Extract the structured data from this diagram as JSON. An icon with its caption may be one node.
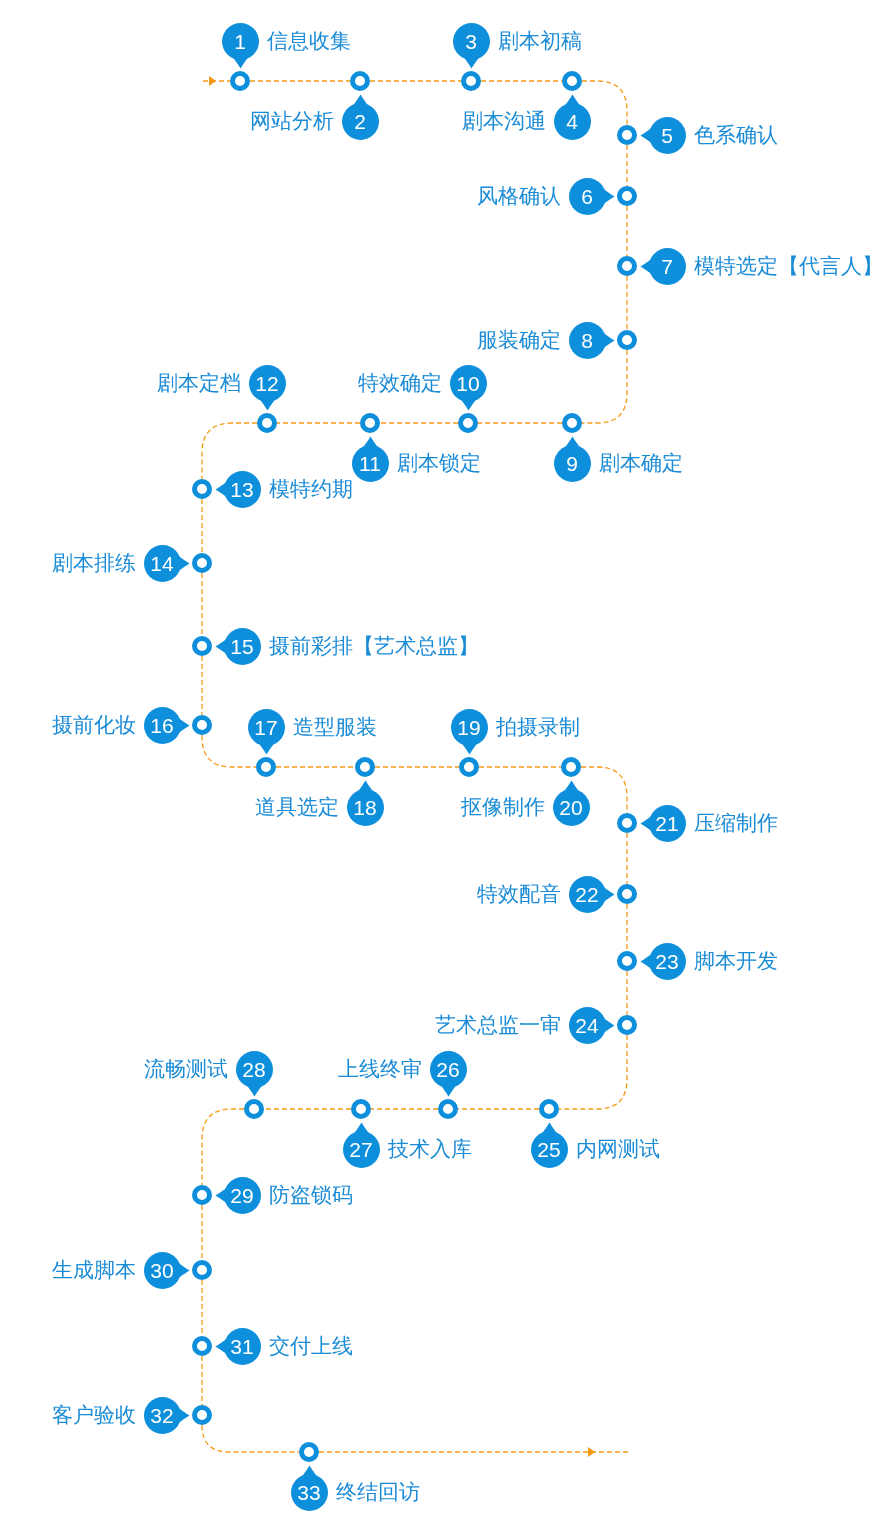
{
  "diagram": {
    "nodes": [
      {
        "text": [
          "1"
        ],
        "beside": [
          "信息收集"
        ]
      },
      {
        "text": [
          "2"
        ],
        "beside": [
          "网站分析"
        ]
      },
      {
        "text": [
          "3"
        ],
        "beside": [
          "剧本初稿"
        ]
      },
      {
        "text": [
          "4"
        ],
        "beside": [
          "剧本沟通"
        ]
      },
      {
        "text": [
          "5"
        ],
        "beside": [
          "色系确认"
        ]
      },
      {
        "text": [
          "6"
        ],
        "beside": [
          "风格确认"
        ]
      },
      {
        "text": [
          "7"
        ],
        "beside": [
          "模特选定【代言人】"
        ]
      },
      {
        "text": [
          "8"
        ],
        "beside": [
          "服装确定"
        ]
      },
      {
        "text": [
          "9"
        ],
        "beside": [
          "剧本确定"
        ]
      },
      {
        "text": [
          "10"
        ],
        "beside": [
          "特效确定"
        ]
      },
      {
        "text": [
          "11"
        ],
        "beside": [
          "剧本锁定"
        ]
      },
      {
        "text": [
          "12"
        ],
        "beside": [
          "剧本定档"
        ]
      },
      {
        "text": [
          "13"
        ],
        "beside": [
          "模特约期"
        ]
      },
      {
        "text": [
          "14"
        ],
        "beside": [
          "剧本排练"
        ]
      },
      {
        "text": [
          "15"
        ],
        "beside": [
          "摄前彩排【艺术总监】"
        ]
      },
      {
        "text": [
          "16"
        ],
        "beside": [
          "摄前化妆"
        ]
      },
      {
        "text": [
          "17"
        ],
        "beside": [
          "造型服装"
        ]
      },
      {
        "text": [
          "18"
        ],
        "beside": [
          "道具选定"
        ]
      },
      {
        "text": [
          "19"
        ],
        "beside": [
          "拍摄录制"
        ]
      },
      {
        "text": [
          "20"
        ],
        "beside": [
          "抠像制作"
        ]
      },
      {
        "text": [
          "21"
        ],
        "beside": [
          "压缩制作"
        ]
      },
      {
        "text": [
          "22"
        ],
        "beside": [
          "特效配音"
        ]
      },
      {
        "text": [
          "23"
        ],
        "beside": [
          "脚本开发"
        ]
      },
      {
        "text": [
          "24"
        ],
        "beside": [
          "艺术总监一审"
        ]
      },
      {
        "text": [
          "25"
        ],
        "beside": [
          "内网测试"
        ]
      },
      {
        "text": [
          "26"
        ],
        "beside": [
          "上线终审"
        ]
      },
      {
        "text": [
          "27"
        ],
        "beside": [
          "技术入库"
        ]
      },
      {
        "text": [
          "28"
        ],
        "beside": [
          "流畅测试"
        ]
      },
      {
        "text": [
          "29"
        ],
        "beside": [
          "防盗锁码"
        ]
      },
      {
        "text": [
          "30"
        ],
        "beside": [
          "生成脚本"
        ]
      },
      {
        "text": [
          "31"
        ],
        "beside": [
          "交付上线"
        ]
      },
      {
        "text": [
          "32"
        ],
        "beside": [
          "客户验收"
        ]
      },
      {
        "text": [
          "33"
        ],
        "beside": [
          "终结回访"
        ]
      }
    ],
    "edges": [
      {
        "from": null,
        "to": 0,
        "arrow": "to",
        "style": "dashed"
      },
      {
        "from": 0,
        "to": 1,
        "arrow": "none",
        "style": "dashed"
      },
      {
        "from": 1,
        "to": 2,
        "arrow": "none",
        "style": "dashed"
      },
      {
        "from": 2,
        "to": 3,
        "arrow": "none",
        "style": "dashed"
      },
      {
        "from": 3,
        "to": 4,
        "arrow": "none",
        "style": "dashed"
      },
      {
        "from": 4,
        "to": 5,
        "arrow": "none",
        "style": "dashed"
      },
      {
        "from": 5,
        "to": 6,
        "arrow": "none",
        "style": "dashed"
      },
      {
        "from": 6,
        "to": 7,
        "arrow": "none",
        "style": "dashed"
      },
      {
        "from": 7,
        "to": 8,
        "arrow": "none",
        "style": "dashed"
      },
      {
        "from": 8,
        "to": 9,
        "arrow": "none",
        "style": "dashed"
      },
      {
        "from": 9,
        "to": 10,
        "arrow": "none",
        "style": "dashed"
      },
      {
        "from": 10,
        "to": 11,
        "arrow": "none",
        "style": "dashed"
      },
      {
        "from": 11,
        "to": 12,
        "arrow": "none",
        "style": "dashed"
      },
      {
        "from": 12,
        "to": 13,
        "arrow": "none",
        "style": "dashed"
      },
      {
        "from": 13,
        "to": 14,
        "arrow": "none",
        "style": "dashed"
      },
      {
        "from": 14,
        "to": 15,
        "arrow": "none",
        "style": "dashed"
      },
      {
        "from": 15,
        "to": 16,
        "arrow": "none",
        "style": "dashed"
      },
      {
        "from": 16,
        "to": 17,
        "arrow": "none",
        "style": "dashed"
      },
      {
        "from": 17,
        "to": 18,
        "arrow": "none",
        "style": "dashed"
      },
      {
        "from": 18,
        "to": 19,
        "arrow": "none",
        "style": "dashed"
      },
      {
        "from": 19,
        "to": 20,
        "arrow": "none",
        "style": "dashed"
      },
      {
        "from": 20,
        "to": 21,
        "arrow": "none",
        "style": "dashed"
      },
      {
        "from": 21,
        "to": 22,
        "arrow": "none",
        "style": "dashed"
      },
      {
        "from": 22,
        "to": 23,
        "arrow": "none",
        "style": "dashed"
      },
      {
        "from": 23,
        "to": 24,
        "arrow": "none",
        "style": "dashed"
      },
      {
        "from": 24,
        "to": 25,
        "arrow": "none",
        "style": "dashed"
      },
      {
        "from": 25,
        "to": 26,
        "arrow": "none",
        "style": "dashed"
      },
      {
        "from": 26,
        "to": 27,
        "arrow": "none",
        "style": "dashed"
      },
      {
        "from": 27,
        "to": 28,
        "arrow": "none",
        "style": "dashed"
      },
      {
        "from": 28,
        "to": 29,
        "arrow": "none",
        "style": "dashed"
      },
      {
        "from": 29,
        "to": 30,
        "arrow": "none",
        "style": "dashed"
      },
      {
        "from": 30,
        "to": 31,
        "arrow": "none",
        "style": "dashed"
      },
      {
        "from": 31,
        "to": 32,
        "arrow": "none",
        "style": "dashed"
      },
      {
        "from": 32,
        "to": null,
        "arrow": "to",
        "style": "dashed"
      }
    ]
  }
}
